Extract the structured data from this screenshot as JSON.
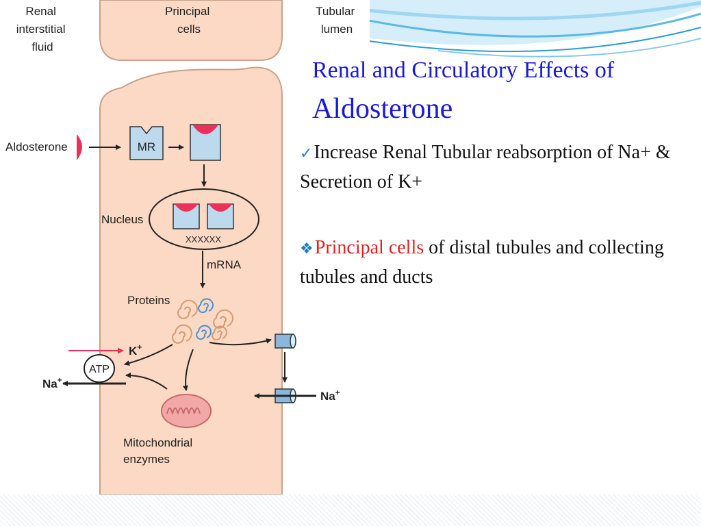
{
  "title": {
    "line1": "Renal and Circulatory Effects of",
    "line2": "Aldosterone"
  },
  "bullets": [
    {
      "marker": "✓",
      "text": "Increase Renal Tubular reabsorption of Na+ & Secretion of K+"
    },
    {
      "marker": "❖",
      "highlight": "Principal cells",
      "text": " of distal tubules and collecting tubules and ducts"
    }
  ],
  "diagram": {
    "headers": {
      "left": [
        "Renal",
        "interstitial",
        "fluid"
      ],
      "middle": [
        "Principal",
        "cells"
      ],
      "right": [
        "Tubular",
        "lumen"
      ]
    },
    "labels": {
      "aldosterone": "Aldosterone",
      "mr": "MR",
      "nucleus": "Nucleus",
      "dna": "XXXXXX",
      "mrna": "mRNA",
      "proteins": "Proteins",
      "atp": "ATP",
      "k_base": "K",
      "na_base": "Na",
      "plus": "+",
      "mito_line1": "Mitochondrial",
      "mito_line2": "enzymes"
    }
  },
  "colors": {
    "title": "#1a1ad6",
    "highlight": "#e02020",
    "cell_fill": "#fbd9c4",
    "cell_border": "#c9a08a",
    "hormone": "#e8325a",
    "receptor": "#bcd9ee",
    "channel": "#8cb7dc"
  }
}
